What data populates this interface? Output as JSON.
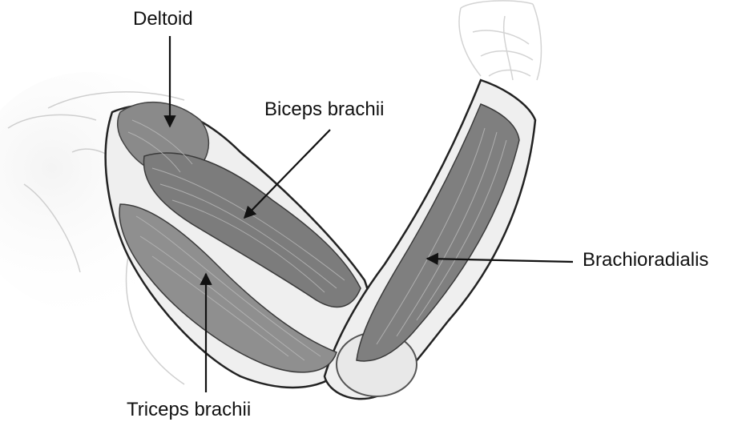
{
  "figure": {
    "labels": {
      "deltoid": "Deltoid",
      "biceps": "Biceps brachii",
      "brachioradialis": "Brachioradialis",
      "triceps": "Triceps brachii"
    }
  }
}
